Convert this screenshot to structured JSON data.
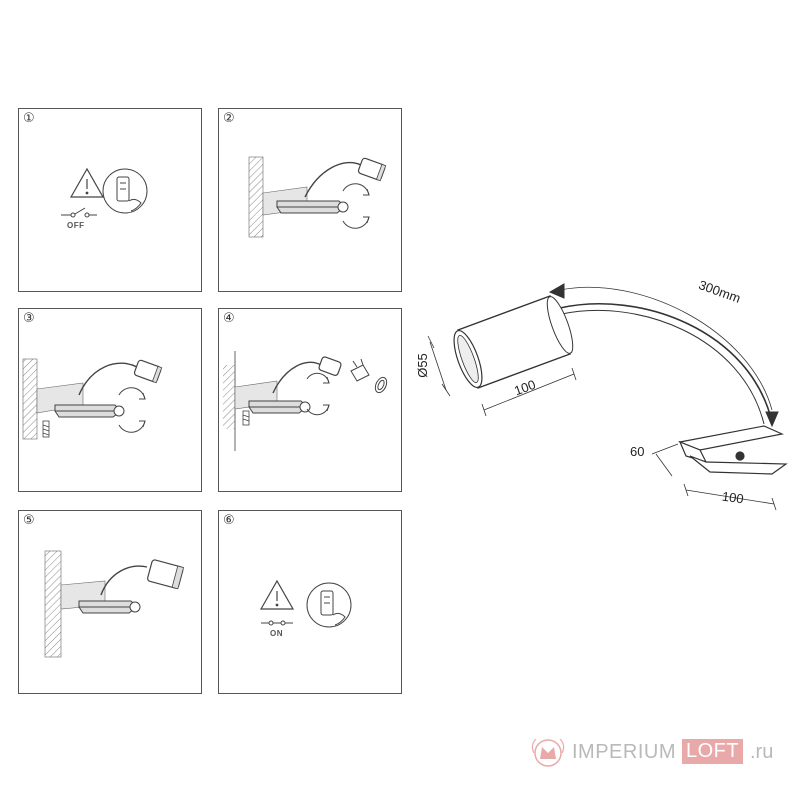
{
  "steps": [
    {
      "number": "①",
      "switch_label": "OFF"
    },
    {
      "number": "②"
    },
    {
      "number": "③"
    },
    {
      "number": "④"
    },
    {
      "number": "⑤"
    },
    {
      "number": "⑥",
      "switch_label": "ON"
    }
  ],
  "dimensions": {
    "arm_length": "300mm",
    "head_diameter": "Ø55",
    "head_length": "100",
    "clip_height": "60",
    "clip_length": "100"
  },
  "watermark": {
    "part1": "IMPERIUM",
    "part2": "LOFT",
    "part3": ".ru"
  },
  "colors": {
    "line": "#333333",
    "watermark_gray": "#b9b9b9",
    "watermark_pink": "#e9a9a9"
  }
}
